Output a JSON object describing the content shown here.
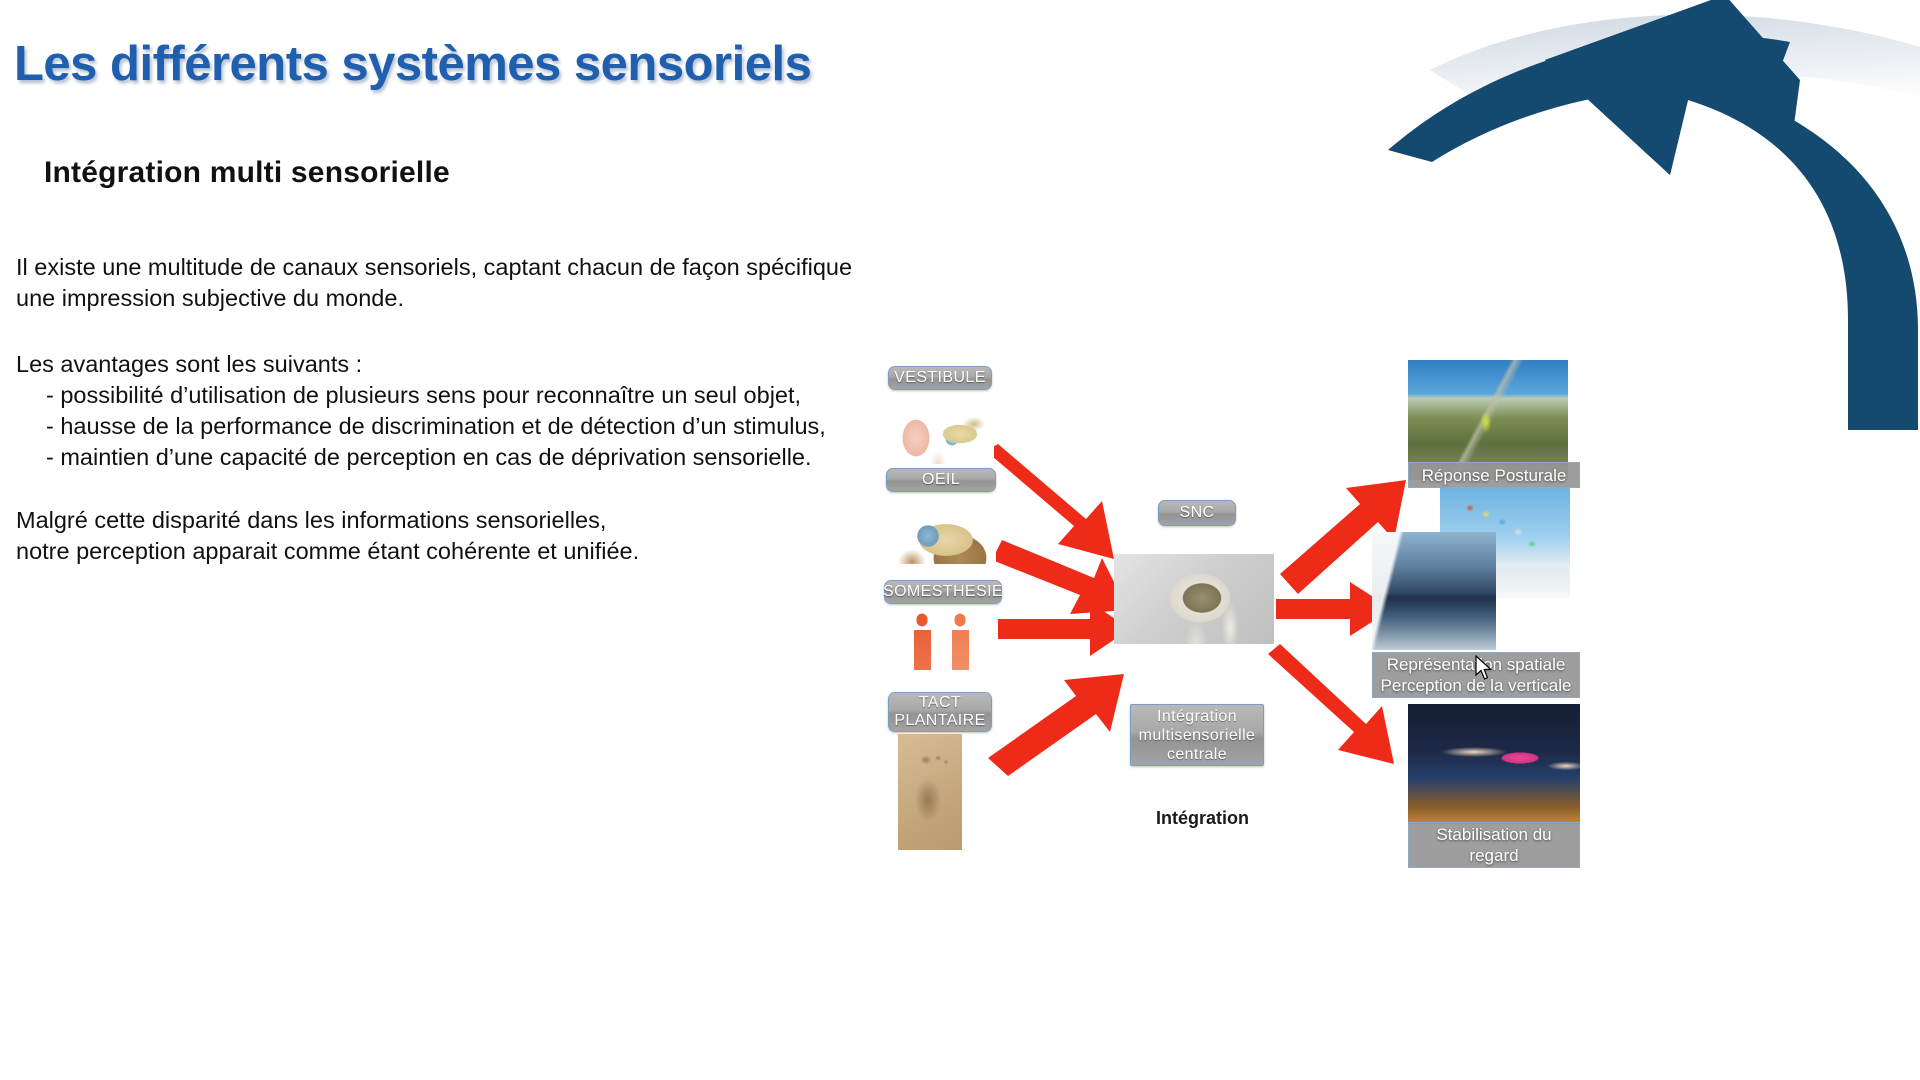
{
  "slide": {
    "title": "Les différents systèmes sensoriels",
    "subtitle": "Intégration multi sensorielle",
    "title_color": "#1F5FAD",
    "paragraph1": [
      "Il existe une multitude de canaux sensoriels, captant chacun de façon spécifique",
      "une impression subjective du monde."
    ],
    "advantages_intro": "Les avantages sont les suivants :",
    "advantages": [
      "- possibilité d’utilisation de plusieurs sens pour reconnaître un seul objet,",
      "- hausse de la performance de discrimination et de détection d’un stimulus,",
      "- maintien d’une capacité de perception en cas de déprivation sensorielle."
    ],
    "paragraph3": [
      "Malgré cette disparité dans les informations sensorielles,",
      "notre perception apparait comme étant cohérente et unifiée."
    ]
  },
  "diagram": {
    "inputs": [
      {
        "label": "VESTIBULE",
        "image": "ear-anatomy-image"
      },
      {
        "label": "OEIL",
        "image": "eye-anatomy-image"
      },
      {
        "label": "SOMESTHESIE",
        "image": "body-anatomy-image"
      },
      {
        "label": "TACT\nPLANTAIRE",
        "label_line1": "TACT",
        "label_line2": "PLANTAIRE",
        "image": "footprint-image"
      }
    ],
    "center": {
      "top_label": "SNC",
      "image": "brain-head-image",
      "bottom_label_line1": "Intégration",
      "bottom_label_line2": "multisensorielle",
      "bottom_label_line3": "centrale",
      "footer": "Intégration"
    },
    "outputs": [
      {
        "caption": "Réponse Posturale",
        "image": "mountain-hiker-photo"
      },
      {
        "caption": "",
        "image": "prayer-flags-photo"
      },
      {
        "caption_line1": "Représentation spatiale",
        "caption_line2": "Perception de la verticale",
        "image": "sailboat-photo"
      },
      {
        "caption_line1": "Stabilisation du",
        "caption_line2": "regard",
        "image": "gymnast-photo"
      }
    ],
    "arrow_color": "#EE2B18",
    "node_border_color": "#7C9CC4"
  },
  "decoration": {
    "arrow_name": "curved-up-left-arrow",
    "arrow_color": "#154A70"
  }
}
